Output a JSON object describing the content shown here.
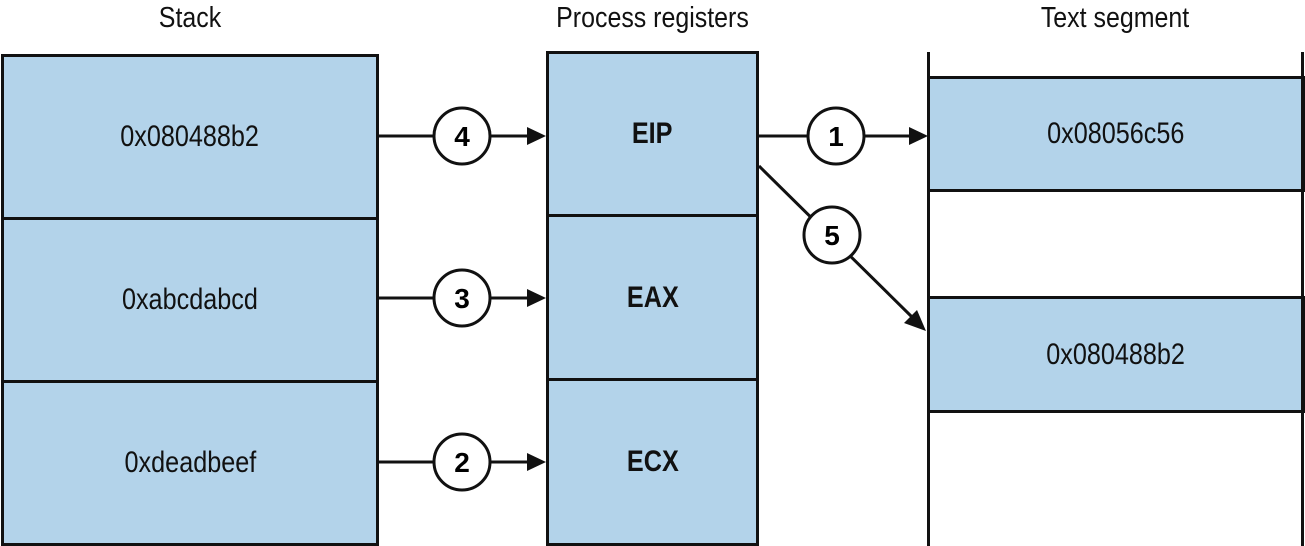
{
  "headers": {
    "stack": "Stack",
    "registers": "Process registers",
    "text_segment": "Text segment"
  },
  "stack": [
    "0x080488b2",
    "0xabcdabcd",
    "0xdeadbeef"
  ],
  "registers": [
    "EIP",
    "EAX",
    "ECX"
  ],
  "text_segment": [
    "0x08056c56",
    "0x080488b2"
  ],
  "steps": {
    "eip_to_text": "1",
    "ecx_load": "2",
    "eax_load": "3",
    "eip_load": "4",
    "eip_to_ret": "5"
  },
  "colors": {
    "box_fill": "#b3d3ea",
    "stroke": "#111111"
  }
}
